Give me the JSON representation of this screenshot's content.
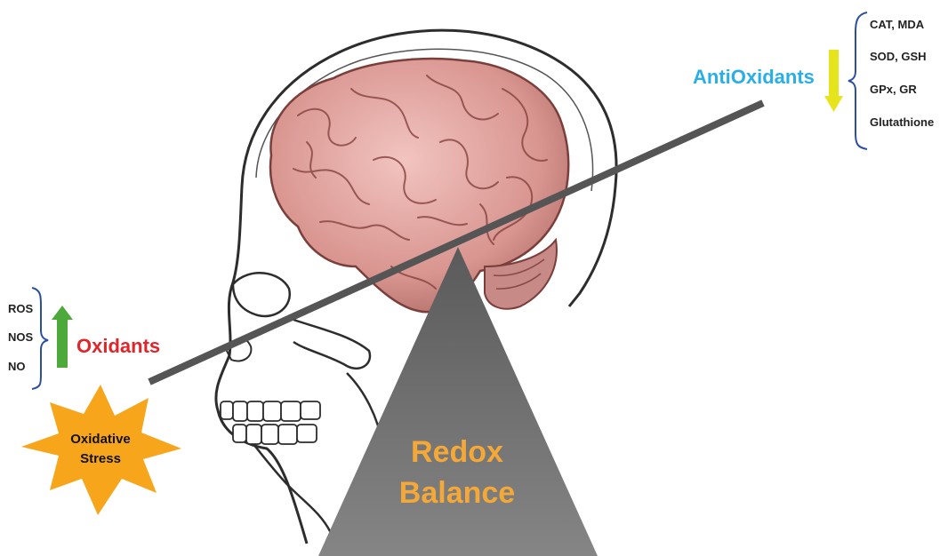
{
  "antioxidants": {
    "title": "AntiOxidants",
    "color": "#29aee6",
    "arrow": {
      "direction": "down",
      "color": "#e6e41d"
    },
    "items": [
      "CAT, MDA",
      "SOD, GSH",
      "GPx, GR",
      "Glutathione"
    ]
  },
  "oxidants": {
    "title": "Oxidants",
    "color": "#e0262b",
    "arrow": {
      "direction": "up",
      "color": "#4daa3a"
    },
    "items": [
      "ROS",
      "NOS",
      "NO"
    ]
  },
  "oxidative_stress": {
    "label_line1": "Oxidative",
    "label_line2": "Stress",
    "color": "#f7a61c"
  },
  "redox_balance": {
    "label_line1": "Redox",
    "label_line2": "Balance",
    "text_color": "#f3a838",
    "fulcrum_color": "#6f6f6f"
  },
  "lever": {
    "color": "#555555"
  },
  "brace_color": "#2a4f9e",
  "illustration": {
    "subject": "skull-and-brain-icon"
  }
}
